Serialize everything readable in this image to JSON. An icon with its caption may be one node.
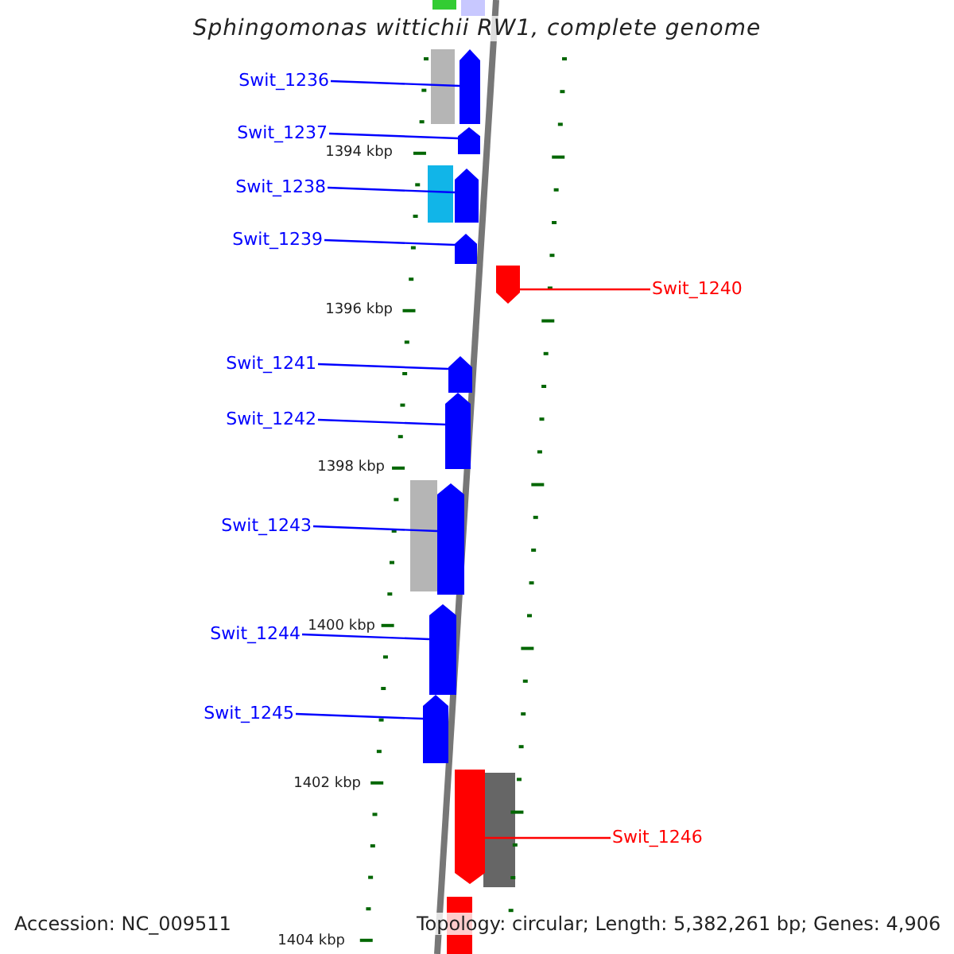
{
  "diagram": {
    "title": "Sphingomonas wittichii RW1, complete genome",
    "nodes": [
      {
        "text": [
          "Swit_1236"
        ]
      },
      {
        "text": [
          "Swit_1237"
        ]
      },
      {
        "text": [
          "Swit_1238"
        ]
      },
      {
        "text": [
          "Swit_1239"
        ]
      },
      {
        "text": [
          "Swit_1240"
        ]
      },
      {
        "text": [
          "Swit_1241"
        ]
      },
      {
        "text": [
          "Swit_1242"
        ]
      },
      {
        "text": [
          "Swit_1243"
        ]
      },
      {
        "text": [
          "Swit_1244"
        ]
      },
      {
        "text": [
          "Swit_1245"
        ]
      },
      {
        "text": [
          "Swit_1246"
        ]
      },
      {
        "text": [],
        "shape": "bar"
      },
      {
        "text": [],
        "shape": "bar"
      },
      {
        "text": [],
        "shape": "bar"
      },
      {
        "text": [],
        "shape": "bar"
      },
      {
        "text": [],
        "shape": "bar"
      },
      {
        "text": [],
        "shape": "bar"
      },
      {
        "text": [],
        "shape": "bar"
      },
      {
        "text": [],
        "shape": "bar"
      },
      {
        "text": [],
        "shape": "bar"
      },
      {
        "text": [],
        "shape": "bar"
      },
      {
        "text": [],
        "shape": "bar"
      }
    ],
    "edges": [
      {
        "from": 0,
        "to": 11,
        "arrow": "none"
      },
      {
        "from": 1,
        "to": 12,
        "arrow": "none"
      },
      {
        "from": 2,
        "to": 13,
        "arrow": "none"
      },
      {
        "from": 3,
        "to": 14,
        "arrow": "none"
      },
      {
        "from": 4,
        "to": 15,
        "arrow": "none",
        "color": "#ff0000"
      },
      {
        "from": 5,
        "to": 16,
        "arrow": "none"
      },
      {
        "from": 6,
        "to": 17,
        "arrow": "none"
      },
      {
        "from": 7,
        "to": 18,
        "arrow": "none"
      },
      {
        "from": 8,
        "to": 19,
        "arrow": "none"
      },
      {
        "from": 9,
        "to": 20,
        "arrow": "none"
      },
      {
        "from": 10,
        "to": 21,
        "arrow": "none",
        "color": "#ff0000"
      }
    ],
    "labels": [
      "1394 kbp",
      "1396 kbp",
      "1398 kbp",
      "1400 kbp",
      "1402 kbp",
      "1404 kbp",
      "Accession: NC_009511",
      "Topology: circular; Length: 5,382,261 bp; Genes: 4,906"
    ]
  }
}
